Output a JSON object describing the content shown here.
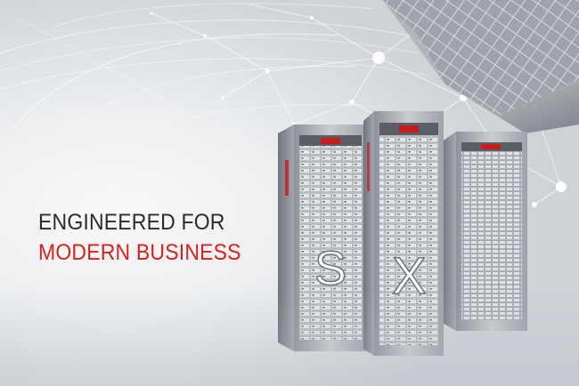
{
  "banner": {
    "headline_line1": "ENGINEERED FOR",
    "headline_line2": "MODERN BUSINESS"
  },
  "racks": {
    "left_letter": "S",
    "center_letter": "X"
  },
  "colors": {
    "headline_dark": "#2b2b2b",
    "headline_accent": "#d9211e",
    "rack_brand_red": "#c71d1d",
    "background_light": "#eceef0"
  }
}
